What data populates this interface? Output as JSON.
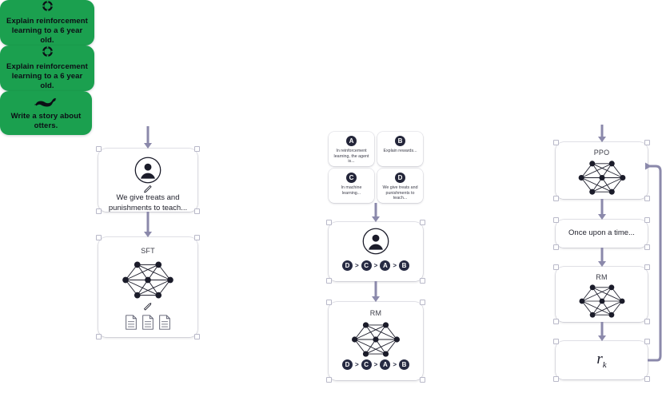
{
  "meta": {
    "green": "#1ba04f",
    "arrow_color": "#8b89ab",
    "badge_color": "#262a42"
  },
  "columns": [
    {
      "id": "step-1-sft",
      "prompt": {
        "icon": "loading-spinner-icon",
        "text": "Explain reinforcement learning to a 6 year old."
      },
      "human_card": {
        "icon": "person-avatar-icon",
        "edit_icon": "pencil-icon",
        "text": "We give treats and punishments to teach..."
      },
      "model_card": {
        "label": "SFT",
        "network_icon": "neural-network-icon",
        "edit_icon": "pencil-icon",
        "docs_icon": "document-stack-icon",
        "doc_count": 3
      }
    },
    {
      "id": "step-2-reward-model",
      "prompt": {
        "icon": "loading-spinner-icon",
        "text": "Explain reinforcement learning to a 6 year old."
      },
      "completions": [
        {
          "badge": "A",
          "text": "In reinforcement learning, the agent is..."
        },
        {
          "badge": "B",
          "text": "Explain rewards..."
        },
        {
          "badge": "C",
          "text": "In machine learning..."
        },
        {
          "badge": "D",
          "text": "We give treats and punishments to teach..."
        }
      ],
      "human_rank_card": {
        "icon": "person-avatar-icon",
        "ranking": [
          "D",
          "C",
          "A",
          "B"
        ]
      },
      "rm_card": {
        "label": "RM",
        "network_icon": "neural-network-icon",
        "ranking": [
          "D",
          "C",
          "A",
          "B"
        ]
      }
    },
    {
      "id": "step-3-ppo",
      "prompt": {
        "icon": "otter-icon",
        "text": "Write a story about otters."
      },
      "ppo_card": {
        "label": "PPO",
        "network_icon": "neural-network-icon"
      },
      "output_card": {
        "text": "Once upon a time..."
      },
      "rm_card": {
        "label": "RM",
        "network_icon": "neural-network-icon"
      },
      "reward_card": {
        "symbol": "r",
        "subscript": "k"
      },
      "feedback_loop": "reward-to-ppo-loop-arrow"
    }
  ]
}
